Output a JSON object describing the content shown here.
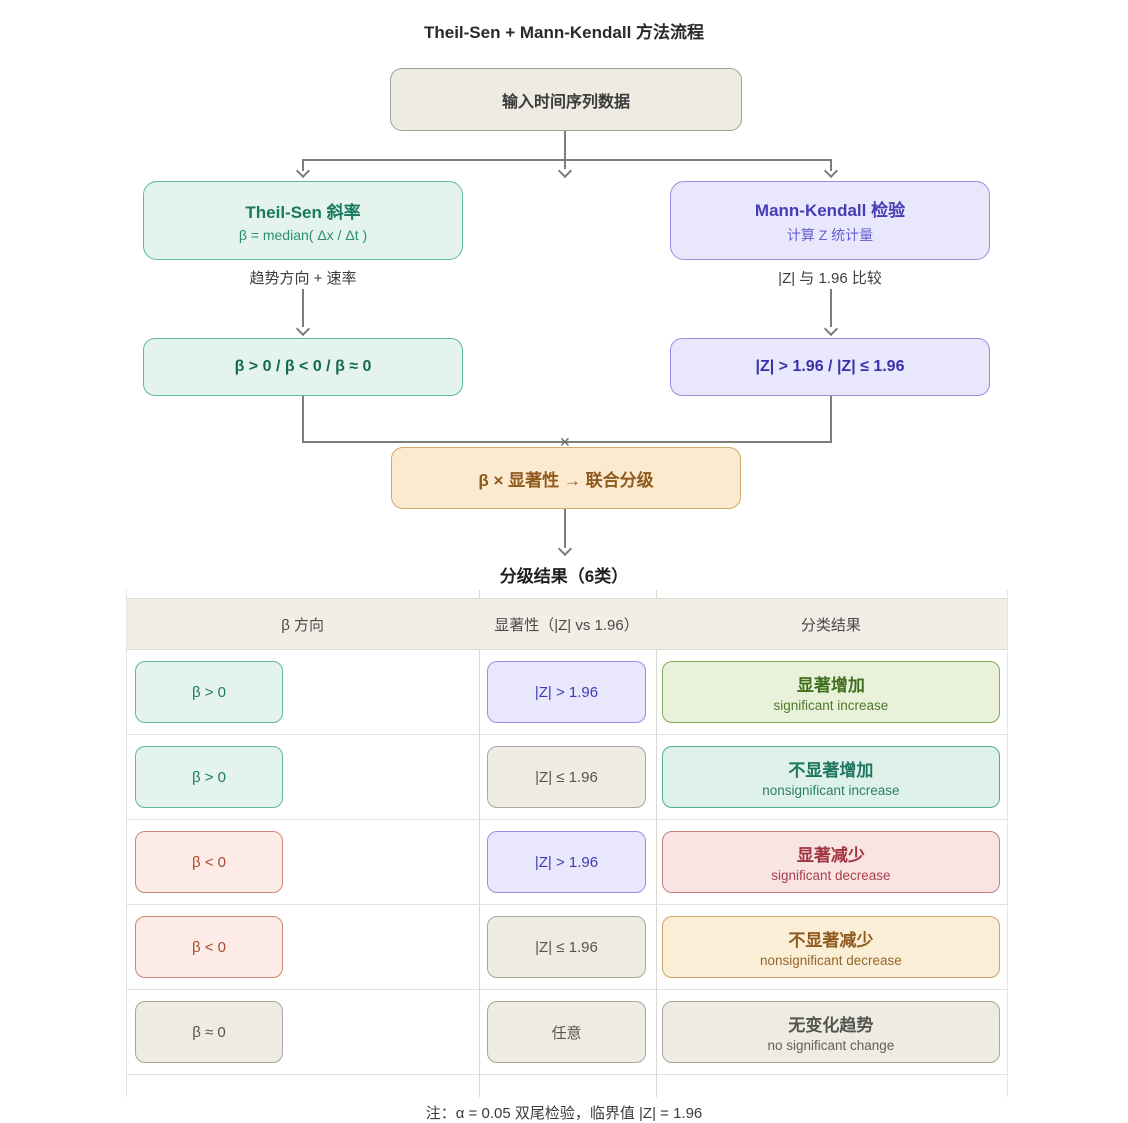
{
  "title": "Theil-Sen + Mann-Kendall 方法流程",
  "flow": {
    "input_box": "输入时间序列数据",
    "left_branch": {
      "title": "Theil-Sen 斜率",
      "subtitle": "β = median( Δx / Δt )",
      "note": "趋势方向 + 速率",
      "result": "β > 0 / β < 0 / β ≈ 0"
    },
    "right_branch": {
      "title": "Mann-Kendall 检验",
      "subtitle": "计算 Z 统计量",
      "note": "|Z| 与 1.96 比较",
      "result": "|Z| > 1.96 / |Z| ≤ 1.96"
    },
    "merge_box": "β × 显著性 → 联合分级",
    "result_heading": "分级结果（6类）"
  },
  "table": {
    "headers": [
      "β 方向",
      "显著性（|Z| vs 1.96）",
      "分类结果"
    ],
    "rows": [
      {
        "beta": "β > 0",
        "sig": "|Z| > 1.96",
        "result_zh": "显著增加",
        "result_en": "significant increase"
      },
      {
        "beta": "β > 0",
        "sig": "|Z| ≤ 1.96",
        "result_zh": "不显著增加",
        "result_en": "nonsignificant increase"
      },
      {
        "beta": "β < 0",
        "sig": "|Z| > 1.96",
        "result_zh": "显著减少",
        "result_en": "significant decrease"
      },
      {
        "beta": "β < 0",
        "sig": "|Z| ≤ 1.96",
        "result_zh": "不显著减少",
        "result_en": "nonsignificant decrease"
      },
      {
        "beta": "β ≈ 0",
        "sig": "任意",
        "result_zh": "无变化趋势",
        "result_en": "no significant change"
      }
    ]
  },
  "footnote": "注：α = 0.05 双尾检验，临界值 |Z| = 1.96",
  "colors": {
    "line": "#7d7d78",
    "neutral_bg": "#edebe2",
    "neutral_border": "#a9a69c",
    "green_bg": "#e4f3ec",
    "green_border": "#5eb99c",
    "green_text": "#17795f",
    "purple_bg": "#e9e7fb",
    "purple_border": "#988fe4",
    "purple_text": "#473cb3",
    "orange_bg": "#fbe9d0",
    "orange_border": "#d7a76b",
    "orange_text": "#8f5a1d",
    "red_bg": "#fcebe6",
    "red_border": "#cd8773",
    "red_text": "#a84b31",
    "olive_bg": "#e9f1da",
    "olive_border": "#83a95b",
    "olive_text": "#406f1e",
    "mint_bg": "#dff2ea",
    "mint_border": "#52ad92",
    "mint_text": "#1e7560",
    "pink_bg": "#f9e4e4",
    "pink_border": "#c57e7e",
    "pink_text": "#a1343f",
    "peach_bg": "#faeed6",
    "peach_border": "#cfa367",
    "peach_text": "#8f5a1d"
  }
}
